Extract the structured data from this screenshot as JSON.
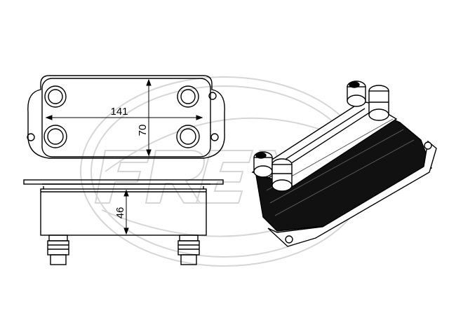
{
  "dimensions": {
    "width": "141",
    "height": "70",
    "thickness": "46"
  },
  "watermark": {
    "text": "FREY"
  },
  "colors": {
    "line": "#000000",
    "watermark": "#d8d8d8",
    "body_fill": "#111111"
  }
}
